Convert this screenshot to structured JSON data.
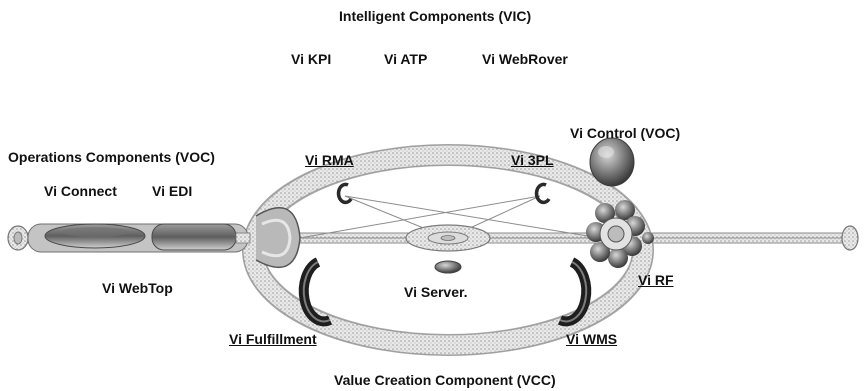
{
  "title": "Intelligent Components (VIC)",
  "intelligent_items": [
    "Vi KPI",
    "Vi ATP",
    "Vi WebRover"
  ],
  "operations": {
    "title": "Operations Components (VOC)",
    "items": [
      "Vi Connect",
      "Vi EDI"
    ],
    "webtop": "Vi WebTop"
  },
  "ring_labels": {
    "rma": "Vi RMA",
    "threepl": "Vi 3PL",
    "server": "Vi Server.",
    "fulfillment": "Vi Fulfillment",
    "wms": "Vi WMS",
    "rf": "Vi RF"
  },
  "control": "Vi Control (VOC)",
  "footer": "Value Creation Component (VCC)",
  "colors": {
    "text": "#111111",
    "ring": "#d6d6d6",
    "node": "#8a8a8a",
    "dark": "#3a3a3a"
  }
}
